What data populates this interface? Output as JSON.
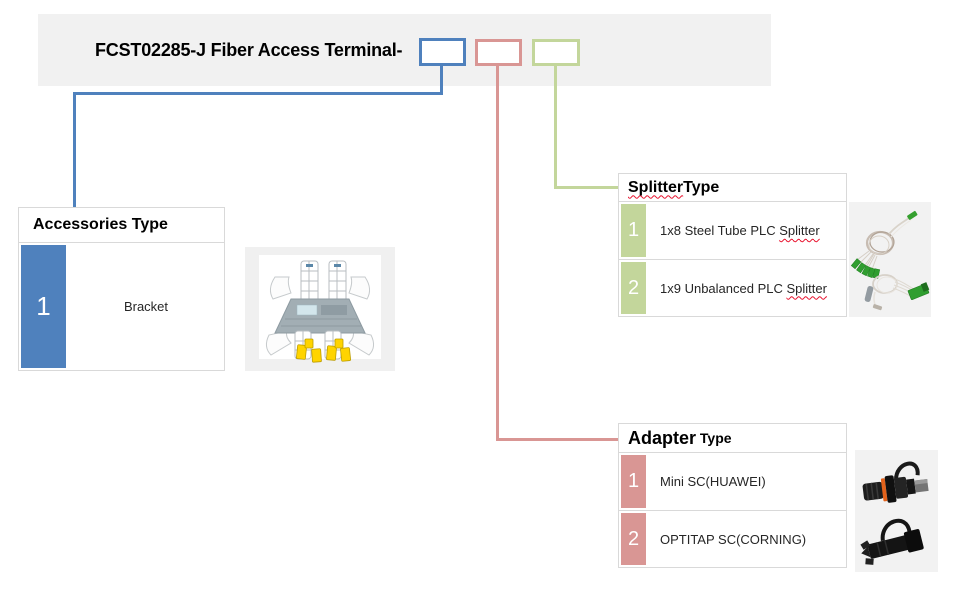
{
  "title": "FCST02285-J Fiber Access Terminal-",
  "colors": {
    "accent_blue": "#4F81BD",
    "accent_red": "#D99694",
    "accent_green": "#C3D69B",
    "header_bar_bg": "#F1F1F1",
    "panel_bg": "#F2F2F2",
    "table_border": "#D9D9D9",
    "spellcheck_squiggle": "#E8112D"
  },
  "code_boxes": [
    {
      "name": "accessories-code-box",
      "color": "#4F81BD"
    },
    {
      "name": "adapter-code-box",
      "color": "#D99694"
    },
    {
      "name": "splitter-code-box",
      "color": "#C3D69B"
    }
  ],
  "tables": {
    "accessories": {
      "title": "Accessories Type",
      "rows": [
        {
          "num": "1",
          "label": "Bracket"
        }
      ]
    },
    "splitter": {
      "title_wavy": "Splitter",
      "title_rest": " Type",
      "rows": [
        {
          "num": "1",
          "text": "1x8 Steel Tube PLC ",
          "wavy": "Splitter"
        },
        {
          "num": "2",
          "text": "1x9 Unbalanced PLC ",
          "wavy": "Splitter"
        }
      ]
    },
    "adapter": {
      "title_main": "Adapter",
      "title_small": " Type",
      "rows": [
        {
          "num": "1",
          "label": "Mini SC(HUAWEI)"
        },
        {
          "num": "2",
          "label": "OPTITAP SC(CORNING)"
        }
      ]
    }
  },
  "images": {
    "bracket": "bracket-product-photo",
    "splitter": "plc-splitter-product-photos",
    "adapter": "fiber-adapter-product-photos"
  }
}
